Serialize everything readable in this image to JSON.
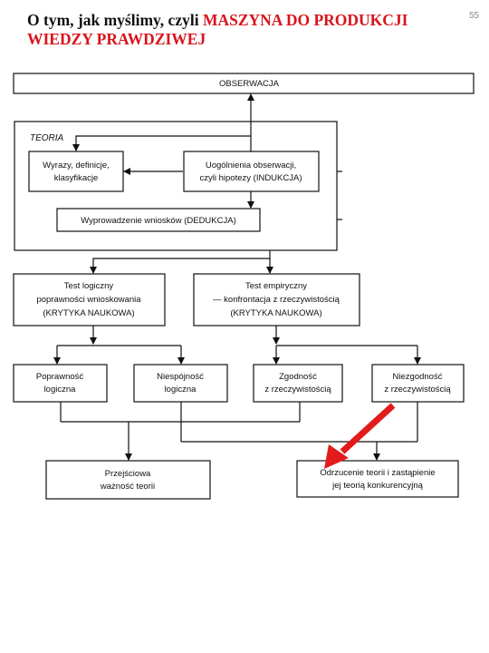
{
  "slide": {
    "title_black": "O tym, jak myślimy, czyli ",
    "title_red": "MASZYNA DO PRODUKCJI WIEDZY PRAWDZIWEJ",
    "page_number": "55"
  },
  "diagram": {
    "observation": "OBSERWACJA",
    "theory_label": "TEORIA",
    "terms": [
      "Wyrazy, definicje,",
      "klasyfikacje"
    ],
    "generalizations": [
      "Uogólnienia obserwacji,",
      "czyli hipotezy (INDUKCJA)"
    ],
    "deduction": "Wyprowadzenie wniosków (DEDUKCJA)",
    "logic_test": [
      "Test logiczny",
      "poprawności wnioskowania",
      "(KRYTYKA NAUKOWA)"
    ],
    "empirical_test": [
      "Test empiryczny",
      "— konfrontacja z rzeczywistością",
      "(KRYTYKA NAUKOWA)"
    ],
    "logical_correctness": [
      "Poprawność",
      "logiczna"
    ],
    "logical_inconsistency": [
      "Niespójność",
      "logiczna"
    ],
    "agreement": [
      "Zgodność",
      "z rzeczywistością"
    ],
    "disagreement": [
      "Niezgodność",
      "z rzeczywistością"
    ],
    "provisional_validity": [
      "Przejściowa",
      "ważność teorii"
    ],
    "rejection": [
      "Odrzucenie teorii i zastąpienie",
      "jej teorią konkurencyjną"
    ],
    "highlight_color": "#e21b1b"
  }
}
